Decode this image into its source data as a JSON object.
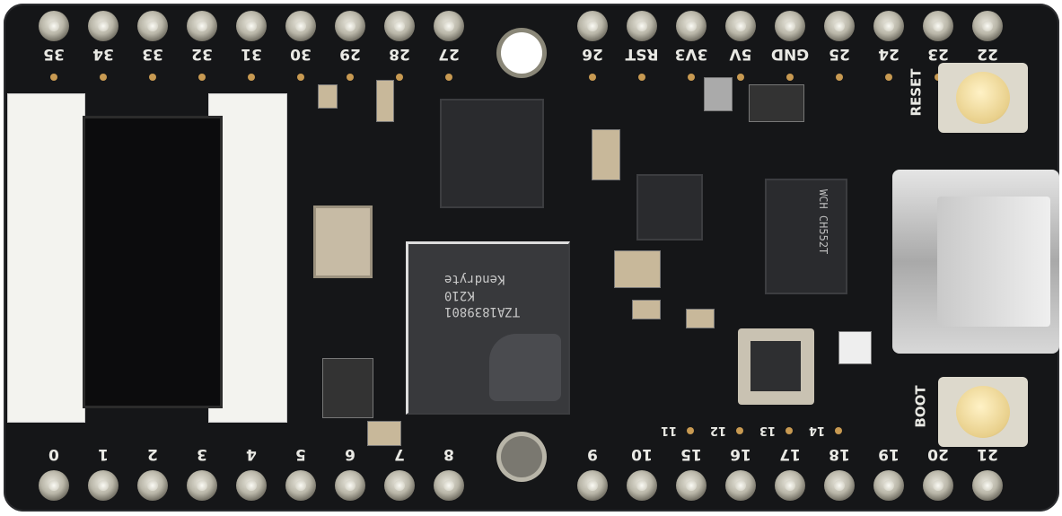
{
  "board": {
    "top_pins": [
      "35",
      "34",
      "33",
      "32",
      "31",
      "30",
      "29",
      "28",
      "27",
      "26",
      "RST",
      "3V3",
      "5V",
      "GND",
      "25",
      "24",
      "23",
      "22"
    ],
    "bottom_pins": [
      "0",
      "1",
      "2",
      "3",
      "4",
      "5",
      "6",
      "7",
      "8",
      "9",
      "10",
      "15",
      "16",
      "17",
      "18",
      "19",
      "20",
      "21"
    ],
    "small_pin_labels": [
      "11",
      "12",
      "13",
      "14"
    ],
    "reset_label": "RESET",
    "boot_label": "BOOT",
    "main_chip": {
      "brand": "Kendryte",
      "model": "K210",
      "code": "TZA1839801"
    },
    "usb_chip": {
      "brand": "WCH",
      "model": "CH552T"
    },
    "colors": {
      "pcb": "#151618",
      "silkscreen": "#e9e9e4",
      "pin": "#b9b6a8"
    }
  }
}
